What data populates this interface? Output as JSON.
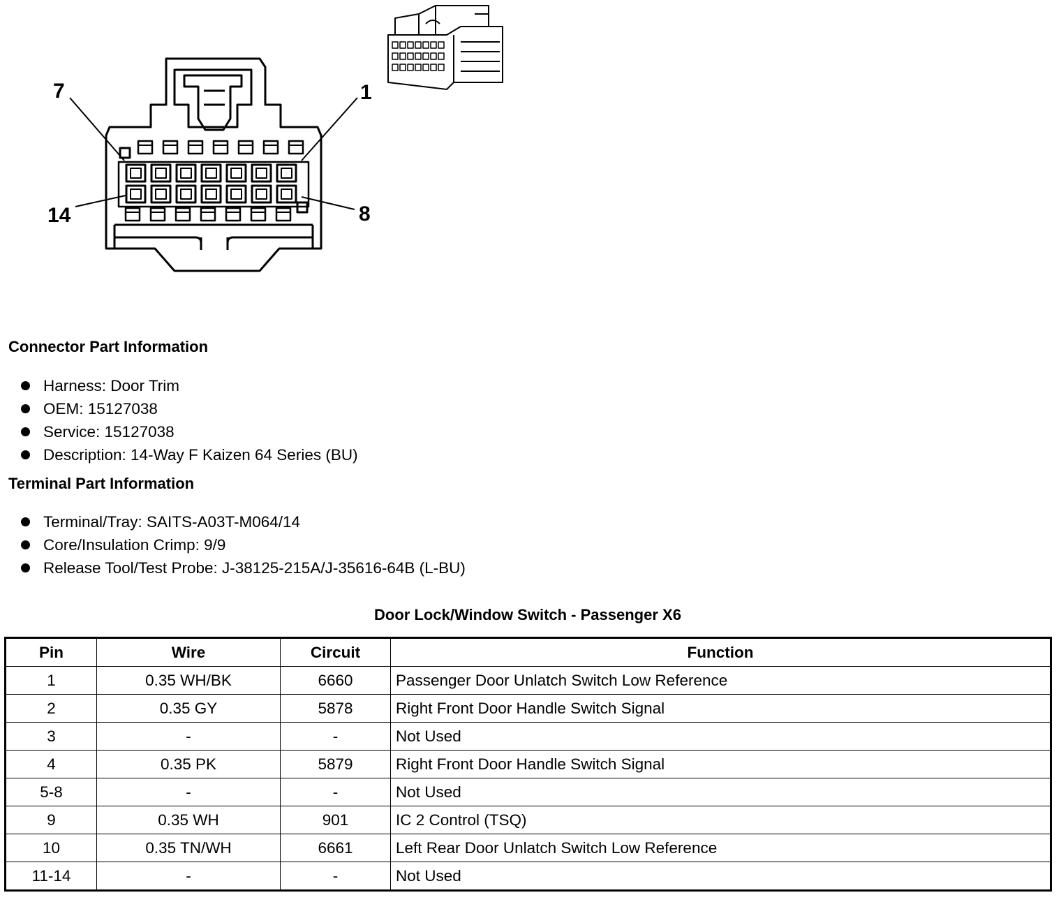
{
  "diagram": {
    "pin_labels": {
      "top_left": "7",
      "top_right": "1",
      "bottom_left": "14",
      "bottom_right": "8"
    }
  },
  "connector_info": {
    "title": "Connector Part Information",
    "items": [
      "Harness: Door Trim",
      "OEM: 15127038",
      "Service: 15127038",
      "Description: 14-Way F Kaizen 64 Series (BU)"
    ]
  },
  "terminal_info": {
    "title": "Terminal Part Information",
    "items": [
      "Terminal/Tray: SAITS-A03T-M064/14",
      "Core/Insulation Crimp: 9/9",
      "Release Tool/Test Probe: J-38125-215A/J-35616-64B (L-BU)"
    ]
  },
  "pin_table": {
    "title": "Door Lock/Window Switch - Passenger X6",
    "headers": [
      "Pin",
      "Wire",
      "Circuit",
      "Function"
    ],
    "rows": [
      [
        "1",
        "0.35 WH/BK",
        "6660",
        "Passenger Door Unlatch Switch Low Reference"
      ],
      [
        "2",
        "0.35 GY",
        "5878",
        "Right Front Door Handle Switch Signal"
      ],
      [
        "3",
        "-",
        "-",
        "Not Used"
      ],
      [
        "4",
        "0.35 PK",
        "5879",
        "Right Front Door Handle Switch Signal"
      ],
      [
        "5-8",
        "-",
        "-",
        "Not Used"
      ],
      [
        "9",
        "0.35 WH",
        "901",
        "IC 2 Control (TSQ)"
      ],
      [
        "10",
        "0.35 TN/WH",
        "6661",
        "Left Rear Door Unlatch Switch Low Reference"
      ],
      [
        "11-14",
        "-",
        "-",
        "Not Used"
      ]
    ]
  }
}
